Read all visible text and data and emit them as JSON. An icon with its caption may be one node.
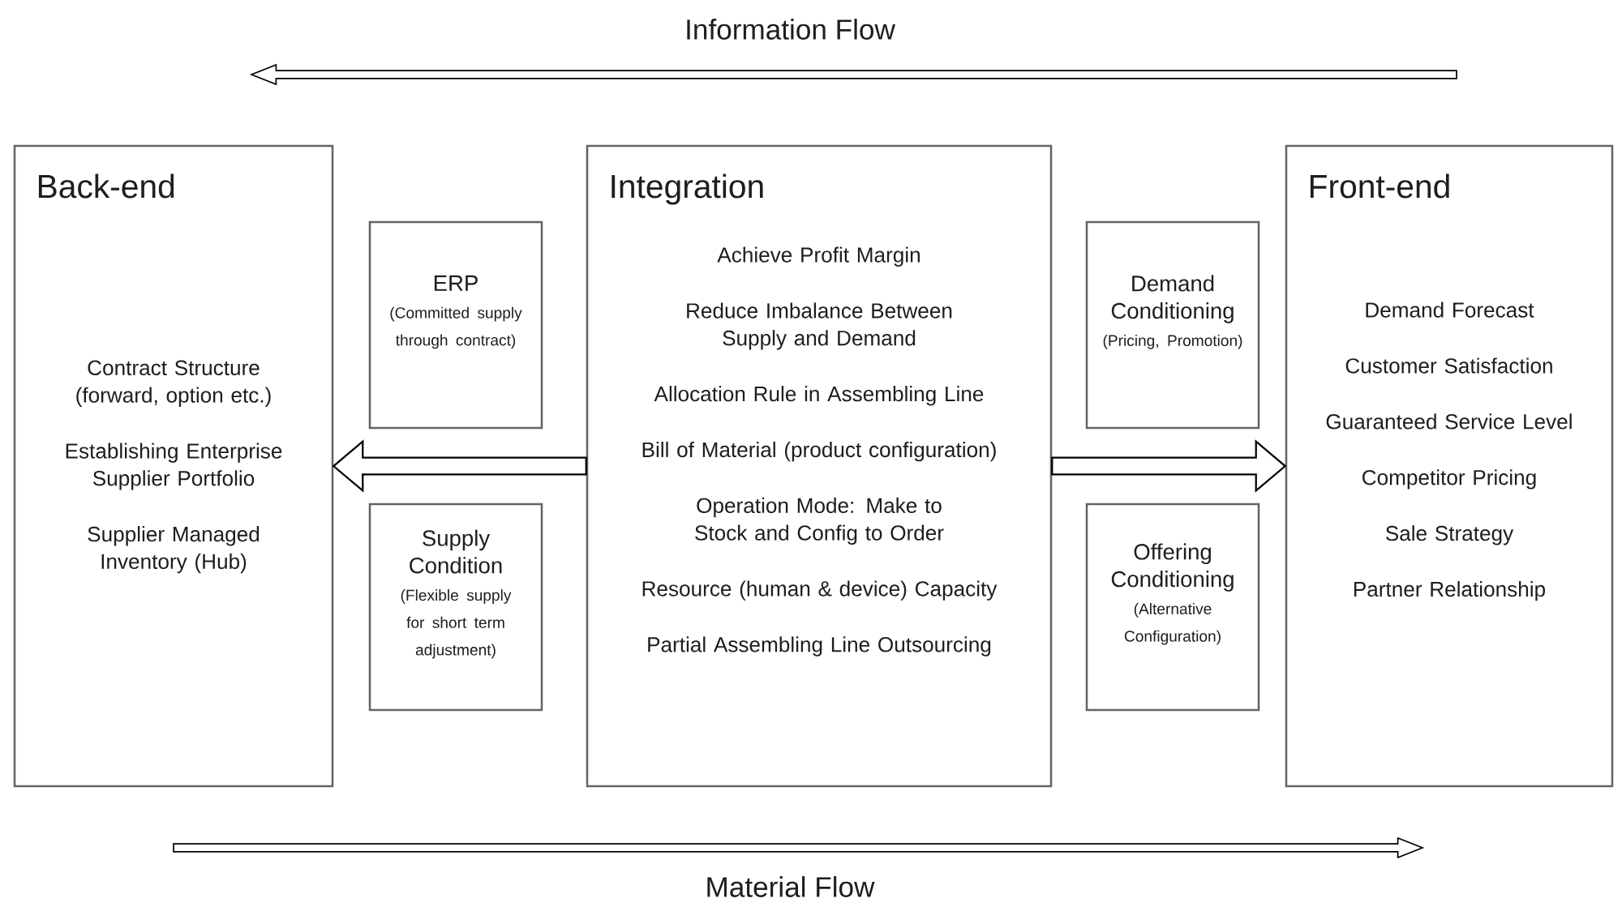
{
  "diagram": {
    "nodes": [
      {
        "text": [
          "Back-end",
          "Contract Structure (forward, option etc.)",
          "Establishing Enterprise Supplier Portfolio",
          "Supplier Managed Inventory (Hub)"
        ]
      },
      {
        "text": [
          "ERP",
          "(Committed supply through contract)"
        ]
      },
      {
        "text": [
          "Supply Condition",
          "(Flexible supply for short term adjustment)"
        ]
      },
      {
        "text": [
          "Integration",
          "Achieve Profit Margin",
          "Reduce Imbalance Between Supply and Demand",
          "Allocation Rule in Assembling Line",
          "Bill of Material (product configuration)",
          "Operation Mode: Make to Stock and Config to Order",
          "Resource (human & device) Capacity",
          "Partial Assembling Line Outsourcing"
        ]
      },
      {
        "text": [
          "Demand Conditioning",
          "(Pricing, Promotion)"
        ]
      },
      {
        "text": [
          "Offering Conditioning",
          "(Alternative Configuration)"
        ]
      },
      {
        "text": [
          "Front-end",
          "Demand Forecast",
          "Customer Satisfaction",
          "Guaranteed Service Level",
          "Competitor Pricing",
          "Sale Strategy",
          "Partner Relationship"
        ]
      }
    ],
    "edges": [
      {
        "from": 3,
        "to": 0,
        "arrow": "to"
      },
      {
        "from": 3,
        "to": 6,
        "arrow": "to"
      }
    ],
    "labels": [
      "Information Flow",
      "Material Flow"
    ]
  }
}
